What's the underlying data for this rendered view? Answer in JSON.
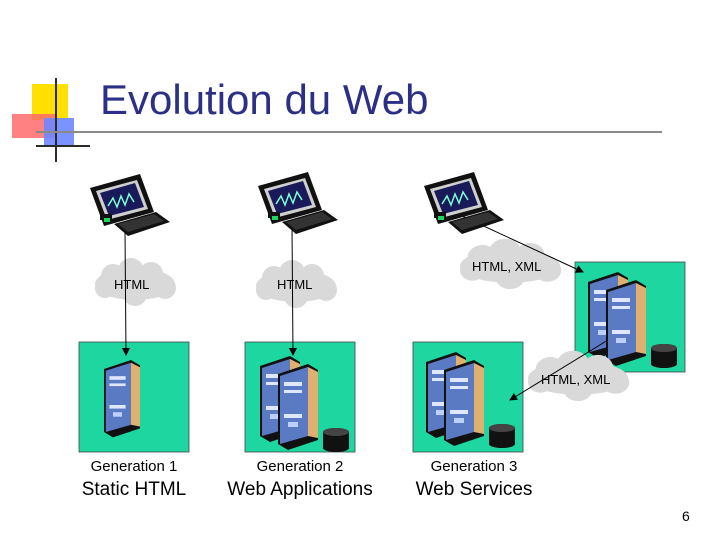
{
  "slide": {
    "title": "Evolution du Web",
    "page_number": "6"
  },
  "generations": [
    {
      "label": "Generation 1",
      "name": "Static HTML",
      "cloud_label": "HTML"
    },
    {
      "label": "Generation 2",
      "name": "Web Applications",
      "cloud_label": "HTML"
    },
    {
      "label": "Generation 3",
      "name": "Web Services",
      "cloud_label": "HTML, XML",
      "cloud_label_2": "HTML, XML"
    }
  ],
  "colors": {
    "title": "#2b2f86",
    "server_panel": "#1ed7a0",
    "cloud": "#d9d9d9",
    "accent_red": "#ff5a5a",
    "accent_yellow": "#ffe000",
    "accent_blue": "#4a6dff"
  },
  "icons": [
    "client-computer-icon",
    "server-icon",
    "cloud-icon"
  ]
}
